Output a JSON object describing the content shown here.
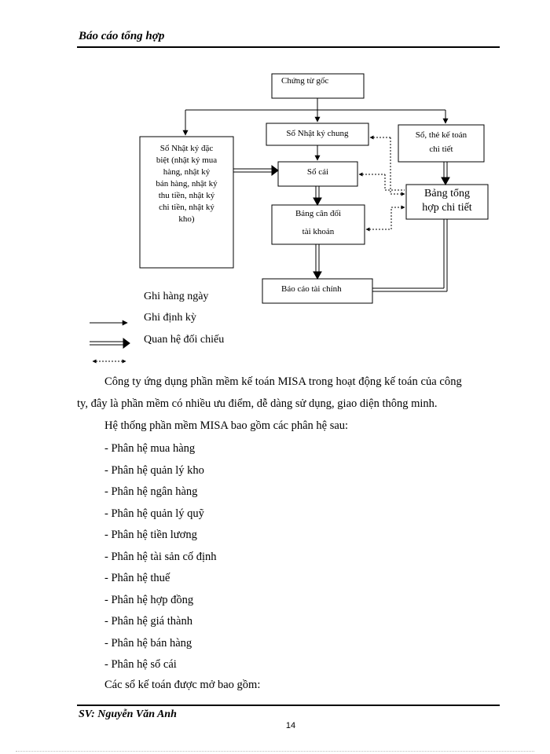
{
  "header": {
    "title": "Báo cáo tổng hợp"
  },
  "diagram": {
    "nodes": {
      "chung_tu_goc": "Chứng từ gốc",
      "so_nhat_ky_chung": "Sổ Nhật ký chung",
      "so_the_ke_toan_chi_tiet_line1": "Sổ, thẻ kế toán",
      "so_the_ke_toan_chi_tiet_line2": "chi tiết",
      "so_nhat_ky_dac_biet": [
        "Sổ Nhật ký đặc",
        "biệt (nhật ký mua",
        "hàng,  nhật ký",
        "bán hàng, nhật ký",
        "thu tiền, nhật ký",
        "chi tiền, nhật ký",
        "kho)"
      ],
      "so_cai": "Sổ cái",
      "bang_can_doi_line1": "Bảng cân đối",
      "bang_can_doi_line2": "tài khoản",
      "bang_tong_hop_line1": "Bảng tổng",
      "bang_tong_hop_line2": "hợp chi tiết",
      "bao_cao_tai_chinh": "Báo cáo tài chính"
    },
    "legend": {
      "daily": "Ghi hàng ngày",
      "periodic": "Ghi định kỳ",
      "reconcile": "Quan hệ đối chiếu"
    }
  },
  "body": {
    "para_line1": "Công ty ứng dụng phần mềm kế toán MISA trong hoạt động kế toán của công",
    "para_line2": "ty, đây là phần mềm có nhiều ưu điểm, dễ dàng sử dụng, giao diện thông minh.",
    "intro": "Hệ thống phần mềm MISA bao gồm các phân hệ sau:",
    "modules": [
      "- Phân hệ mua hàng",
      "- Phân hệ quản lý kho",
      "- Phân hệ ngân hàng",
      "- Phân hệ quản lý quỹ",
      "- Phân hệ tiền lương",
      "- Phân hệ tài sản cố định",
      "- Phân hệ thuế",
      "- Phân hệ hợp đồng",
      "- Phân hệ giá thành",
      "- Phân hệ bán hàng",
      "- Phân hệ sổ cái"
    ],
    "closing": "Các sổ kế toán được mở bao gồm:"
  },
  "footer": {
    "author": "SV: Nguyễn Văn Anh",
    "page_number": "14"
  }
}
